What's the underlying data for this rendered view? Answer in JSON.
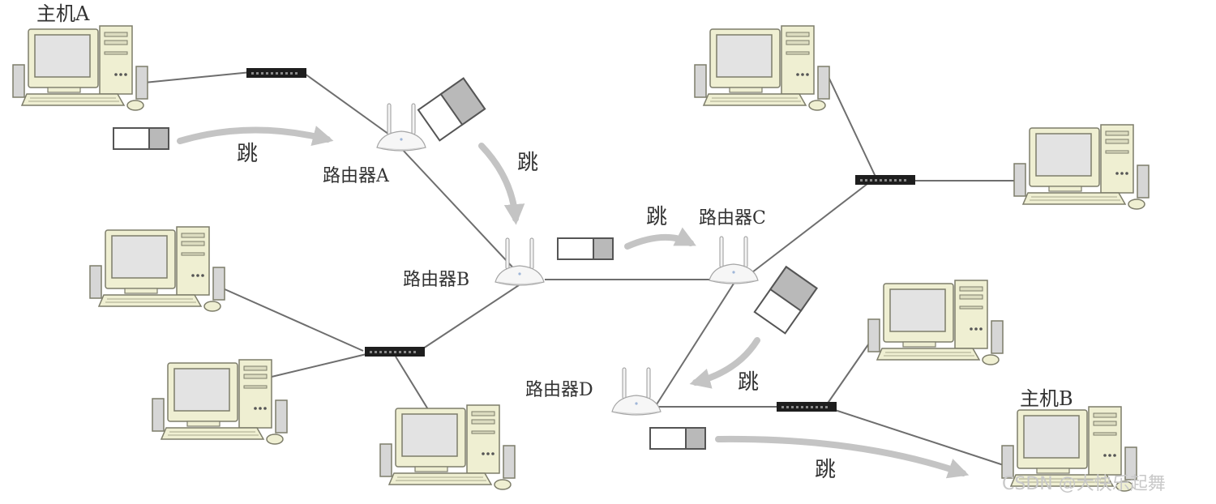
{
  "labels": {
    "host_a": "主机A",
    "host_b": "主机B",
    "router_a": "路由器A",
    "router_b": "路由器B",
    "router_c": "路由器C",
    "router_d": "路由器D"
  },
  "hop_label": "跳",
  "watermark": "CSDN @大快乐起舞",
  "colors": {
    "link": "#6e6e6e",
    "computer_body": "#efefd2",
    "computer_outline": "#7d7d6a",
    "screen": "#e3e3e3",
    "switch": "#1e1e1e",
    "router": "#f6f6f6",
    "packet_fill": "#b9b9b9",
    "arrow": "#c4c4c4"
  }
}
